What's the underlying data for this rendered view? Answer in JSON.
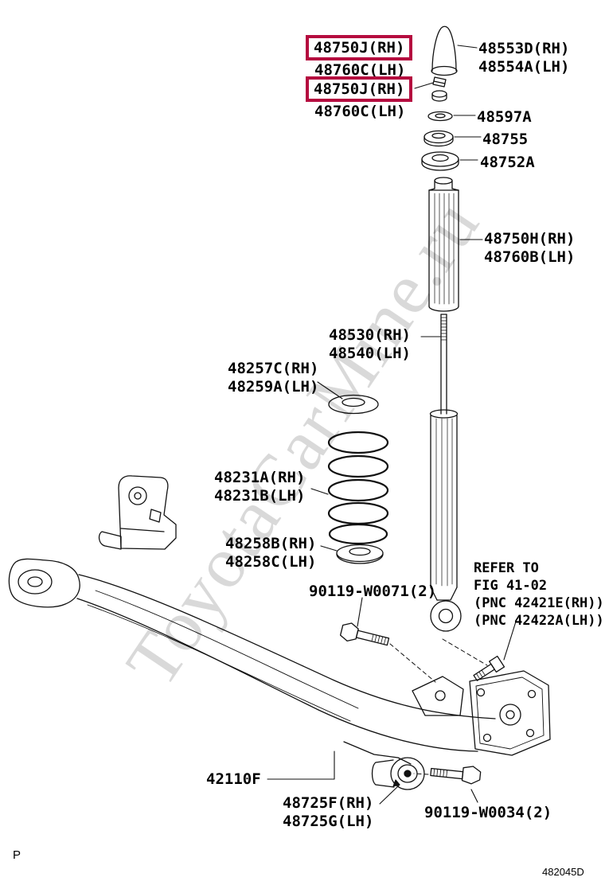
{
  "watermark_text": "ToyotaCarMine.ru",
  "footer": {
    "page_letter": "P",
    "diagram_code": "482045D"
  },
  "colors": {
    "highlight_box": "#b50b3f",
    "line": "#111111",
    "watermark": "rgba(0,0,0,0.15)"
  },
  "labels": {
    "kit_top": {
      "rh": "48750J(RH)",
      "lh": "48760C(LH)",
      "highlighted": "true"
    },
    "bump_stop": {
      "rh": "48553D(RH)",
      "lh": "48554A(LH)"
    },
    "kit_mid": {
      "rh": "48750J(RH)",
      "lh": "48760C(LH)",
      "highlighted": "true"
    },
    "washer": {
      "pn": "48597A"
    },
    "cushion": {
      "pn": "48755"
    },
    "support": {
      "pn": "48752A"
    },
    "dust_cover": {
      "rh": "48750H(RH)",
      "lh": "48760B(LH)"
    },
    "shock": {
      "rh": "48530(RH)",
      "lh": "48540(LH)"
    },
    "spring_upper_insulator": {
      "rh": "48257C(RH)",
      "lh": "48259A(LH)"
    },
    "coil_spring": {
      "rh": "48231A(RH)",
      "lh": "48231B(LH)"
    },
    "spring_lower_insulator": {
      "rh": "48258B(RH)",
      "lh": "48258C(LH)"
    },
    "bolt_upper": {
      "pn": "90119-W0071(2)"
    },
    "axle_beam": {
      "pn": "42110F"
    },
    "bushing": {
      "rh": "48725F(RH)",
      "lh": "48725G(LH)"
    },
    "bolt_lower": {
      "pn": "90119-W0034(2)"
    },
    "refer_note": {
      "line1": "REFER TO",
      "line2": "FIG 41-02",
      "line3": "(PNC 42421E(RH))",
      "line4": "(PNC 42422A(LH))"
    }
  }
}
